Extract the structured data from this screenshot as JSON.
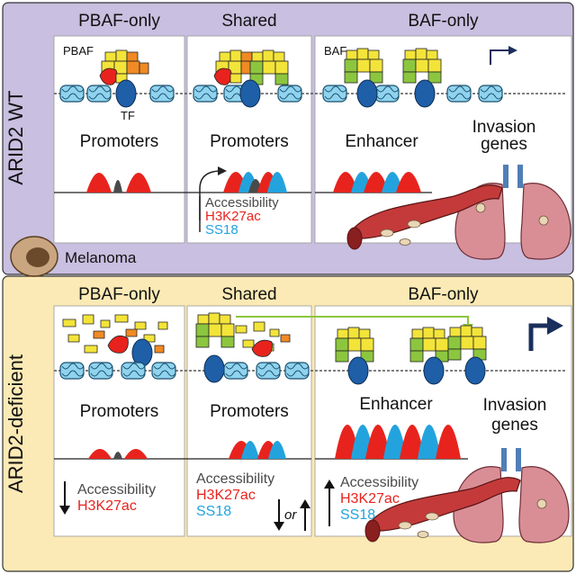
{
  "top_panel": {
    "side_label": "ARID2 WT",
    "columns": [
      "PBAF-only",
      "Shared",
      "BAF-only"
    ],
    "complex_labels": {
      "pbaf": "PBAF",
      "baf": "BAF",
      "tf": "TF"
    },
    "region_labels": [
      "Promoters",
      "Promoters",
      "Enhancer"
    ],
    "invasion_genes": [
      "Invasion",
      "genes"
    ],
    "legend": {
      "accessibility": "Accessibility",
      "h3k27ac": "H3K27ac",
      "ss18": "SS18"
    },
    "cell_label": "Melanoma"
  },
  "bottom_panel": {
    "side_label": "ARID2-deficient",
    "columns": [
      "PBAF-only",
      "Shared",
      "BAF-only"
    ],
    "region_labels": [
      "Promoters",
      "Promoters",
      "Enhancer"
    ],
    "invasion_genes": [
      "Invasion",
      "genes"
    ],
    "pbaf_legend": {
      "accessibility": "Accessibility",
      "h3k27ac": "H3K27ac"
    },
    "shared_legend": {
      "accessibility": "Accessibility",
      "h3k27ac": "H3K27ac",
      "ss18": "SS18",
      "or": "or"
    },
    "baf_legend": {
      "accessibility": "Accessibility",
      "h3k27ac": "H3K27ac",
      "ss18": "SS18"
    }
  },
  "colors": {
    "top_bg": "#c9bfe0",
    "bottom_bg": "#fbeab5",
    "panel_bg": "#ffffff",
    "accessibility": "#4a4a4a",
    "h3k27ac": "#e8231d",
    "ss18": "#23a3dd",
    "pbaf_yellow": "#f3e43a",
    "baf_green": "#8cc63f",
    "arid2_orange": "#f08a24",
    "tf_blue": "#1f5fa8",
    "nucleosome": "#8fd3ee",
    "lung": "#d98e96"
  }
}
